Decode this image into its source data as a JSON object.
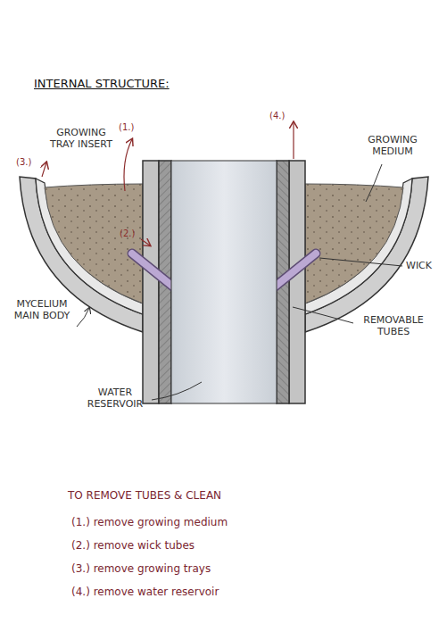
{
  "diagram": {
    "title": "INTERNAL STRUCTURE:",
    "labels": [
      "GROWING TRAY INSERT",
      "(1.)",
      "(3.)",
      "(2.)",
      "(4.)",
      "GROWING MEDIUM",
      "WICK",
      "MYCELIUM MAIN BODY",
      "REMOVABLE TUBES",
      "WATER RESERVOIR",
      "TO REMOVE TUBES & CLEAN",
      "(1.) remove growing medium",
      "(2.) remove wick tubes",
      "(3.) remove growing trays",
      "(4.) remove water reservoir"
    ]
  }
}
